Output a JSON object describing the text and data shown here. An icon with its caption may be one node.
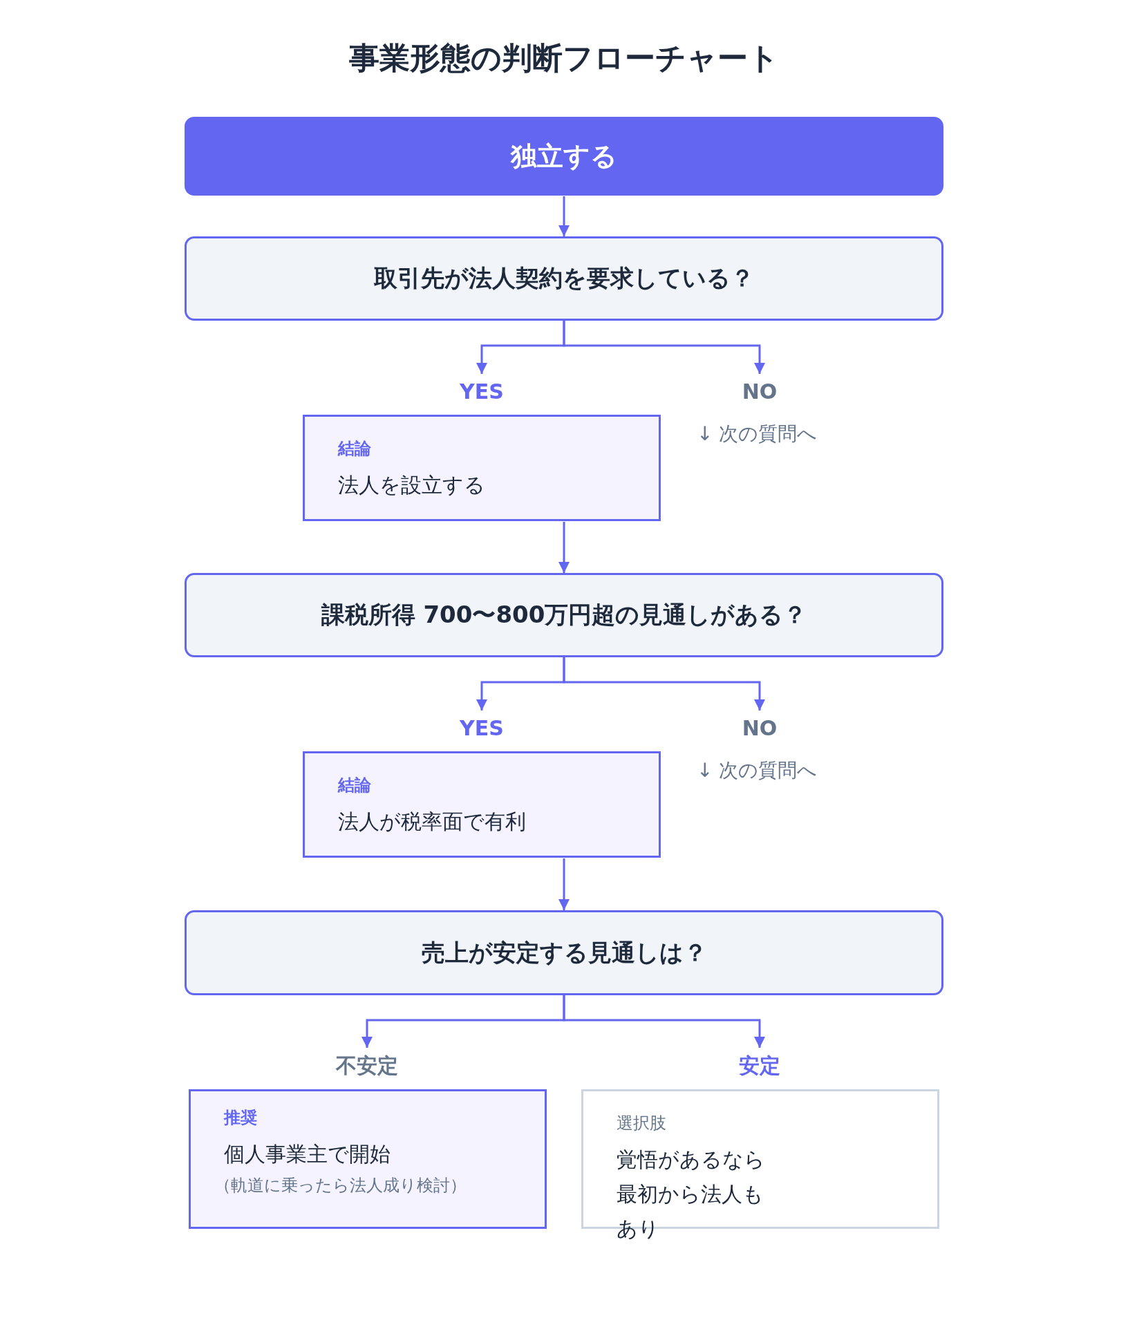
{
  "diagram": {
    "title": "事業形態の判断フローチャート",
    "nodes": [
      {
        "text": [
          "独立する"
        ]
      },
      {
        "text": [
          "取引先が法人契約を要求している？"
        ]
      },
      {
        "text": [
          "YES"
        ]
      },
      {
        "text": [
          "NO"
        ],
        "beside": [
          "↓ 次の質問へ"
        ]
      },
      {
        "text": [
          "結論",
          "法人を設立する"
        ]
      },
      {
        "text": [
          "課税所得 700〜800万円超の見通しがある？"
        ]
      },
      {
        "text": [
          "YES"
        ]
      },
      {
        "text": [
          "NO"
        ],
        "beside": [
          "↓ 次の質問へ"
        ]
      },
      {
        "text": [
          "結論",
          "法人が税率面で有利"
        ]
      },
      {
        "text": [
          "売上が安定する見通しは？"
        ]
      },
      {
        "text": [
          "不安定"
        ]
      },
      {
        "text": [
          "安定"
        ]
      },
      {
        "text": [
          "推奨",
          "個人事業主で開始",
          "（軌道に乗ったら法人成り検討）"
        ]
      },
      {
        "text": [
          "選択肢",
          "覚悟があるなら最初から法人もあり"
        ]
      }
    ],
    "edges": [
      {
        "from": 0,
        "to": 1,
        "arrow": "to"
      },
      {
        "from": 1,
        "to": 2,
        "arrow": "to"
      },
      {
        "from": 1,
        "to": 3,
        "arrow": "to"
      },
      {
        "from": 4,
        "to": 5,
        "arrow": "to"
      },
      {
        "from": 5,
        "to": 6,
        "arrow": "to"
      },
      {
        "from": 5,
        "to": 7,
        "arrow": "to"
      },
      {
        "from": 8,
        "to": 9,
        "arrow": "to"
      },
      {
        "from": 9,
        "to": 10,
        "arrow": "to"
      },
      {
        "from": 9,
        "to": 11,
        "arrow": "to"
      }
    ]
  }
}
